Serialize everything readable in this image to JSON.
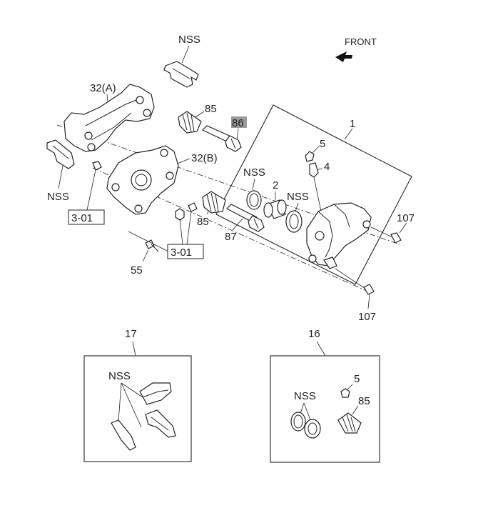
{
  "labels": {
    "front": "FRONT",
    "nss_top": "NSS",
    "nss_left": "NSS",
    "nss_seal_a": "NSS",
    "nss_seal_b": "NSS",
    "nss_pads": "NSS",
    "nss_kit": "NSS",
    "p1": "1",
    "p2": "2",
    "p4": "4",
    "p5": "5",
    "p5_kit": "5",
    "p16": "16",
    "p17": "17",
    "p32a": "32(A)",
    "p32b": "32(B)",
    "p55": "55",
    "p85_top": "85",
    "p85_mid": "85",
    "p85_kit": "85",
    "p86": "86",
    "p87": "87",
    "p107_top": "107",
    "p107_bottom": "107",
    "ref_left": "3-01",
    "ref_mid": "3-01"
  },
  "icons": {
    "front_arrow": "front-direction-arrow-icon"
  }
}
